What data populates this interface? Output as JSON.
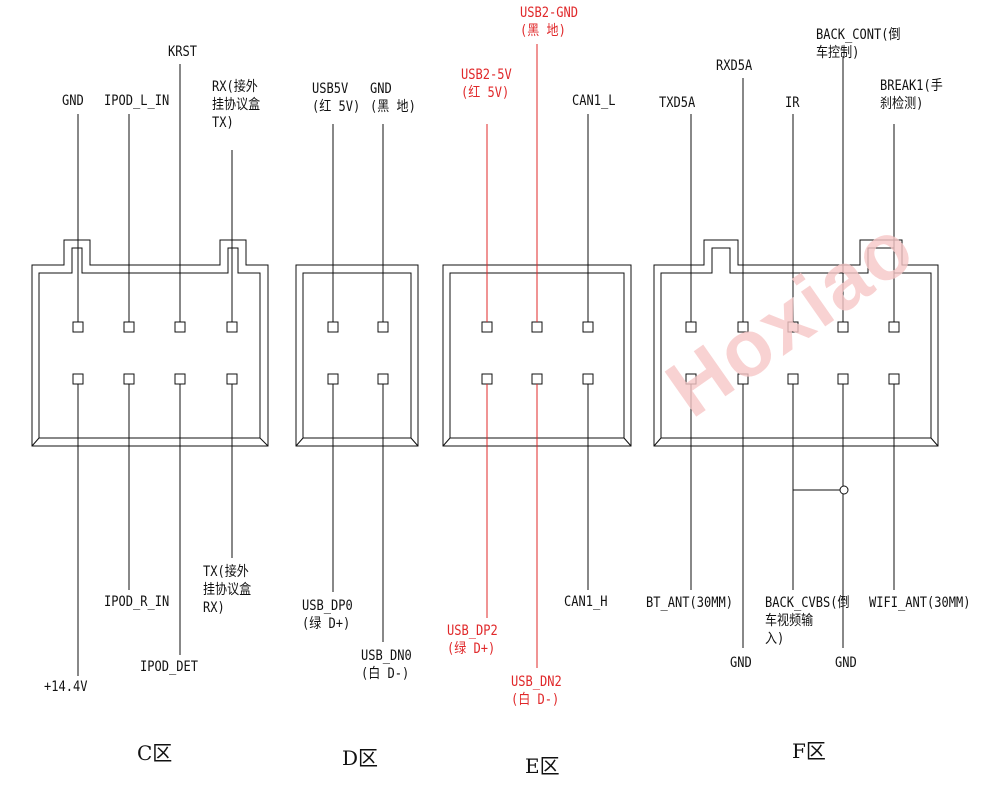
{
  "watermark": "Hoxiao",
  "colors": {
    "line": "#111111",
    "highlight": "#e0282a",
    "watermark": "#f7c7c7"
  },
  "zones": {
    "c": {
      "name": "C区",
      "top": {
        "gnd": "GND",
        "ipod_l_in": "IPOD_L_IN",
        "krst": "KRST",
        "rx": "RX(接外\n挂协议盒\nTX)"
      },
      "bottom": {
        "v14": "+14.4V",
        "ipod_r_in": "IPOD_R_IN",
        "ipod_det": "IPOD_DET",
        "tx": "TX(接外\n挂协议盒\nRX)"
      }
    },
    "d": {
      "name": "D区",
      "top": {
        "usb5v": "USB5V\n(红 5V)",
        "gnd": "GND\n(黑 地)"
      },
      "bottom": {
        "usb_dp0": "USB_DP0\n(绿 D+)",
        "usb_dn0": "USB_DN0\n(白 D-)"
      }
    },
    "e": {
      "name": "E区",
      "top": {
        "usb2_5v": "USB2-5V\n(红 5V)",
        "usb2_gnd": "USB2-GND\n(黑 地)",
        "can1_l": "CAN1_L"
      },
      "bottom": {
        "usb_dp2": "USB_DP2\n(绿 D+)",
        "usb_dn2": "USB_DN2\n(白 D-)",
        "can1_h": "CAN1_H"
      }
    },
    "f": {
      "name": "F区",
      "top": {
        "txd5a": "TXD5A",
        "rxd5a": "RXD5A",
        "ir": "IR",
        "back_cont": "BACK_CONT(倒\n车控制)",
        "break1": "BREAK1(手\n刹检测)"
      },
      "bottom": {
        "bt_ant": "BT_ANT(30MM)",
        "gnd_a": "GND",
        "back_cvbs": "BACK_CVBS(倒\n车视频输\n入)",
        "gnd_b": "GND",
        "wifi_ant": "WIFI_ANT(30MM)"
      }
    }
  }
}
